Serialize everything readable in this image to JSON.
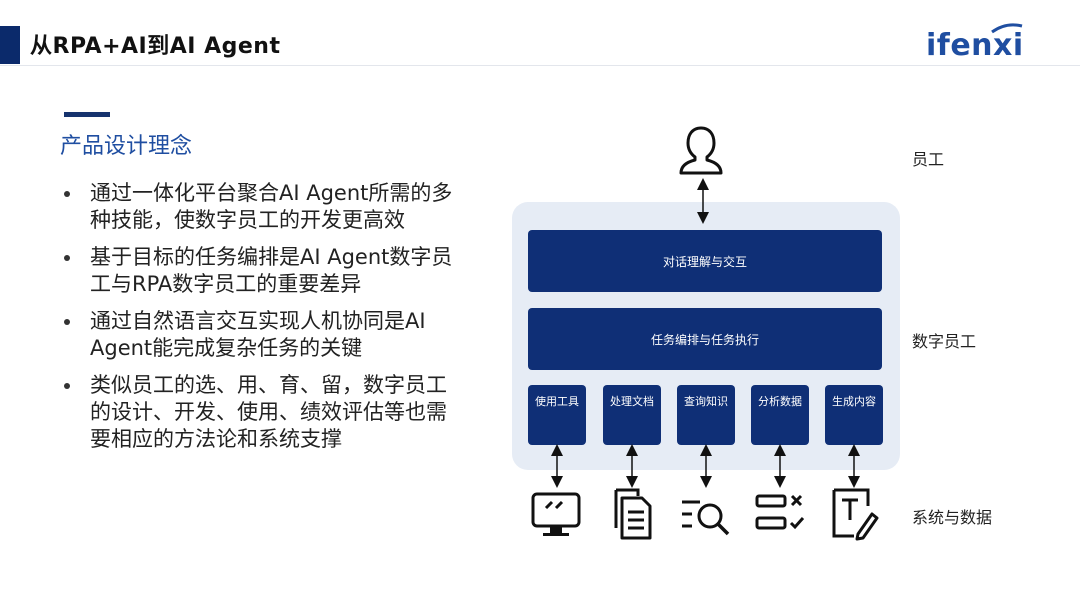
{
  "header": {
    "title": "从RPA+AI到AI Agent",
    "logo_text": "ifenxi"
  },
  "left": {
    "subtitle": "产品设计理念",
    "bullets": [
      "通过一体化平台聚合AI Agent所需的多种技能，使数字员工的开发更高效",
      "基于目标的任务编排是AI Agent数字员工与RPA数字员工的重要差异",
      "通过自然语言交互实现人机协同是AI Agent能完成复杂任务的关键",
      "类似员工的选、用、育、留，数字员工的设计、开发、使用、绩效评估等也需要相应的方法论和系统支撑"
    ]
  },
  "diagram": {
    "bar_dialog": "对话理解与交互",
    "bar_task": "任务编排与任务执行",
    "skills": [
      "使用工具",
      "处理文档",
      "查询知识",
      "分析数据",
      "生成内容"
    ],
    "labels": {
      "employee": "员工",
      "digital_employee": "数字员工",
      "system_data": "系统与数据"
    },
    "icons": {
      "top": "person-icon",
      "bottom": [
        "computer-icon",
        "document-icon",
        "search-list-icon",
        "checklist-icon",
        "text-edit-icon"
      ]
    }
  },
  "colors": {
    "navy": "#0f2f76",
    "accent_blue": "#1f4ea1",
    "panel": "#e6ecf5"
  }
}
